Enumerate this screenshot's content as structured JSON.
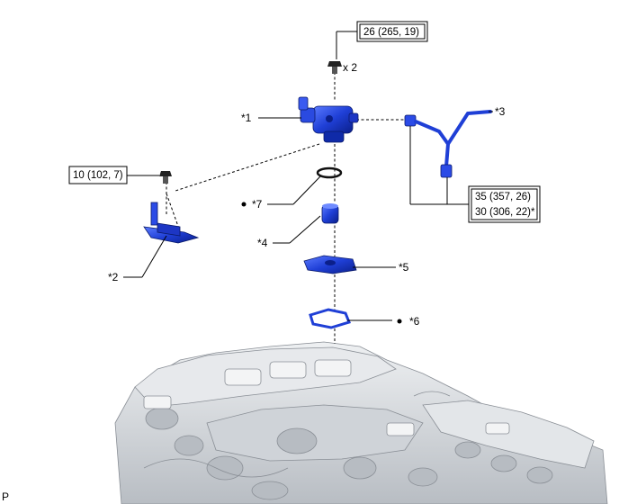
{
  "torque_specs": {
    "bolt_top": "26 (265, 19)",
    "bolt_bracket": "10 (102, 7)",
    "pipe_nut_1": "35 (357, 26)",
    "pipe_nut_2": "30 (306, 22)*"
  },
  "quantity_label": "x 2",
  "callouts": {
    "c1": "*1",
    "c2": "*2",
    "c3": "*3",
    "c4": "*4",
    "c5": "*5",
    "c6": "*6",
    "c7": "*7"
  },
  "corner_mark": "P",
  "colors": {
    "part_blue": "#1f3fd6",
    "part_dark": "#0b1f8a",
    "engine_gray": "#d6d9dd",
    "line": "#000000"
  }
}
